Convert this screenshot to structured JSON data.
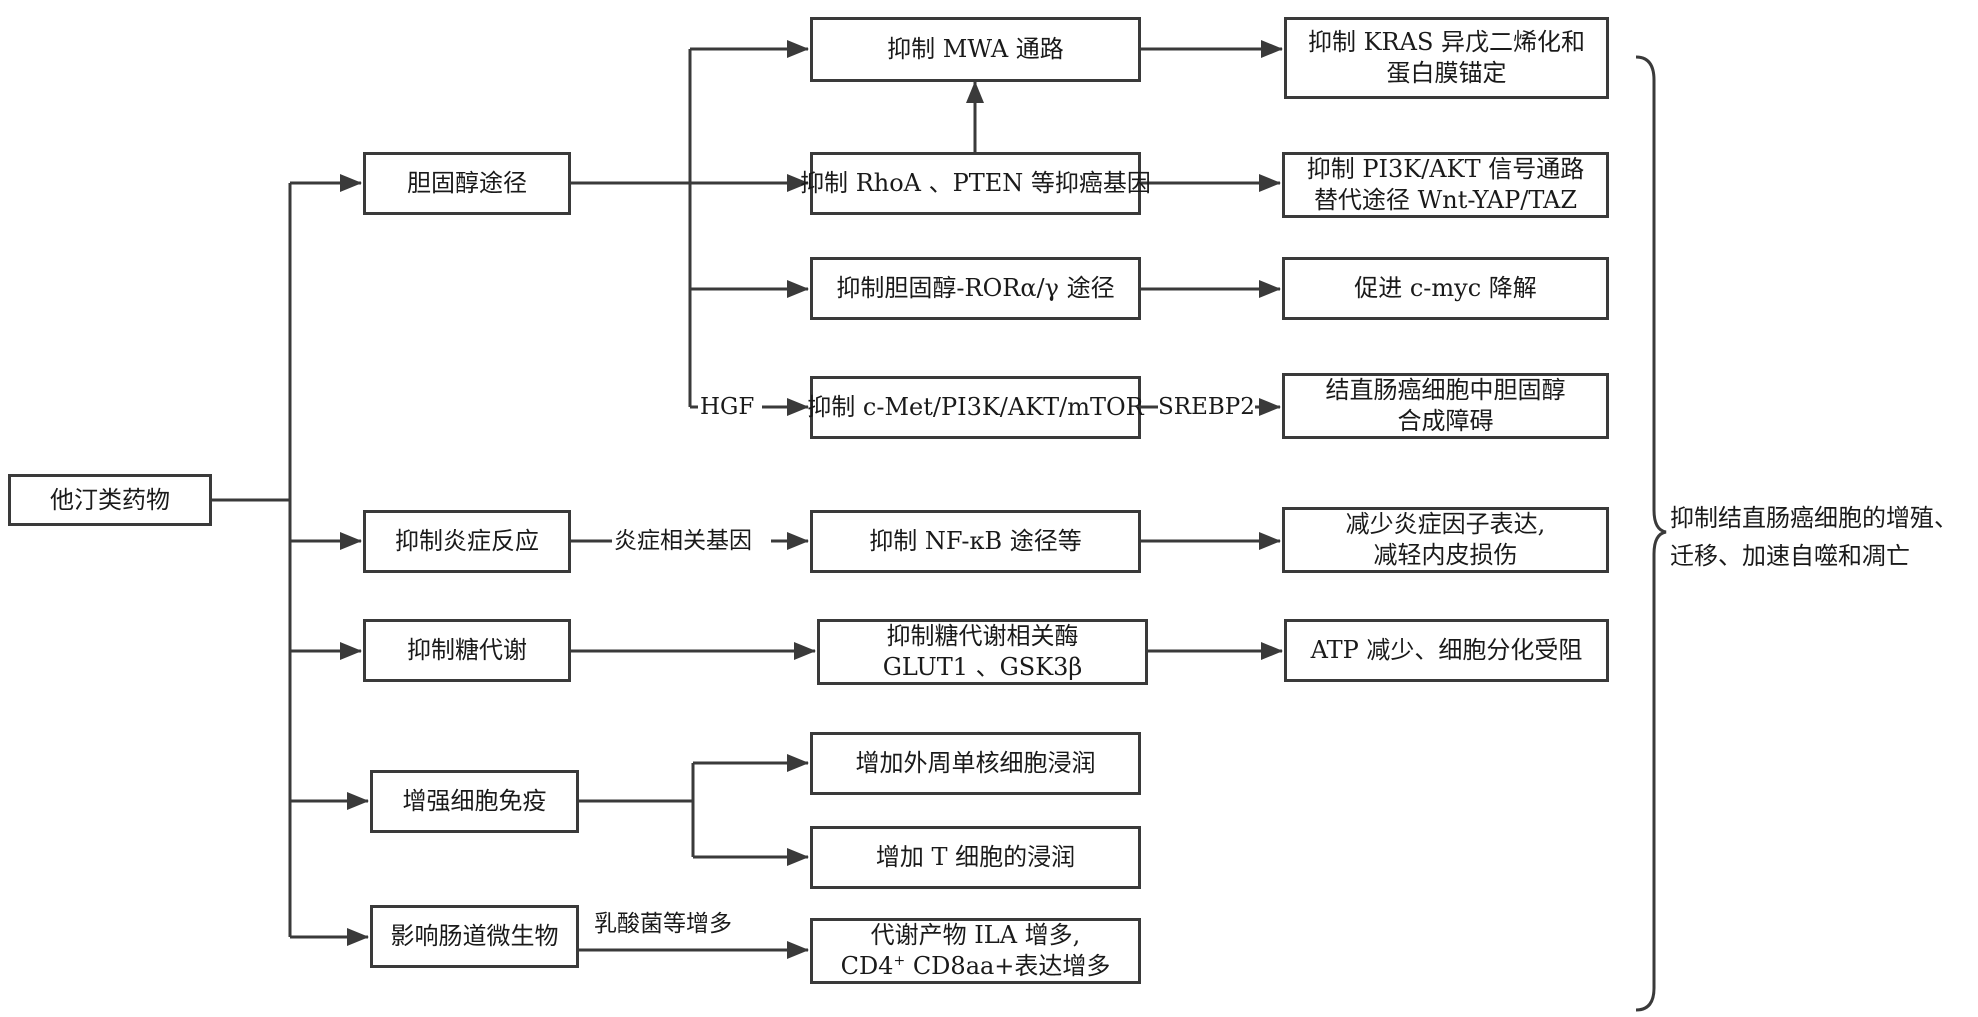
{
  "nodes": {
    "root": "他汀类药物",
    "cholesterol": "胆固醇途径",
    "inflammation": "抑制炎症反应",
    "glucose": "抑制糖代谢",
    "immunity": "增强细胞免疫",
    "microbiota": "影响肠道微生物",
    "mwa": "抑制 MWA 通路",
    "rhoa": "抑制 RhoA 、PTEN 等抑癌基因",
    "rorg": "抑制胆固醇-RORα/γ 途径",
    "cmet": "抑制 c-Met/PI3K/AKT/mTOR",
    "kras": [
      "抑制 KRAS 异戊二烯化和",
      "蛋白膜锚定"
    ],
    "pi3k": [
      "抑制 PI3K/AKT 信号通路",
      "替代途径 Wnt-YAP/TAZ"
    ],
    "cmyc": "促进 c-myc 降解",
    "synth": [
      "结直肠癌细胞中胆固醇",
      "合成障碍"
    ],
    "nfkb": "抑制 NF-κB 途径等",
    "reduce": [
      "减少炎症因子表达,",
      "减轻内皮损伤"
    ],
    "enzyme": [
      "抑制糖代谢相关酶",
      "GLUT1 、GSK3β"
    ],
    "atp": "ATP 减少、细胞分化受阻",
    "mono": "增加外周单核细胞浸润",
    "tcell": "增加 T 细胞的浸润",
    "ila": "代谢产物 ILA 增多,",
    "cd4_base": "CD4",
    "cd4_sup": "+",
    "cd4_rest": " CD8aa+表达增多"
  },
  "edge_labels": {
    "hgf": "HGF",
    "srebp2": "SREBP2",
    "inflam_gene": "炎症相关基因",
    "lactic": "乳酸菌等增多"
  },
  "summary": [
    "抑制结直肠癌细胞的增殖、",
    "迁移、加速自噬和凋亡"
  ],
  "colors": {
    "line": "#3a3a3a",
    "text": "#1a1a1a",
    "background": "#ffffff"
  }
}
